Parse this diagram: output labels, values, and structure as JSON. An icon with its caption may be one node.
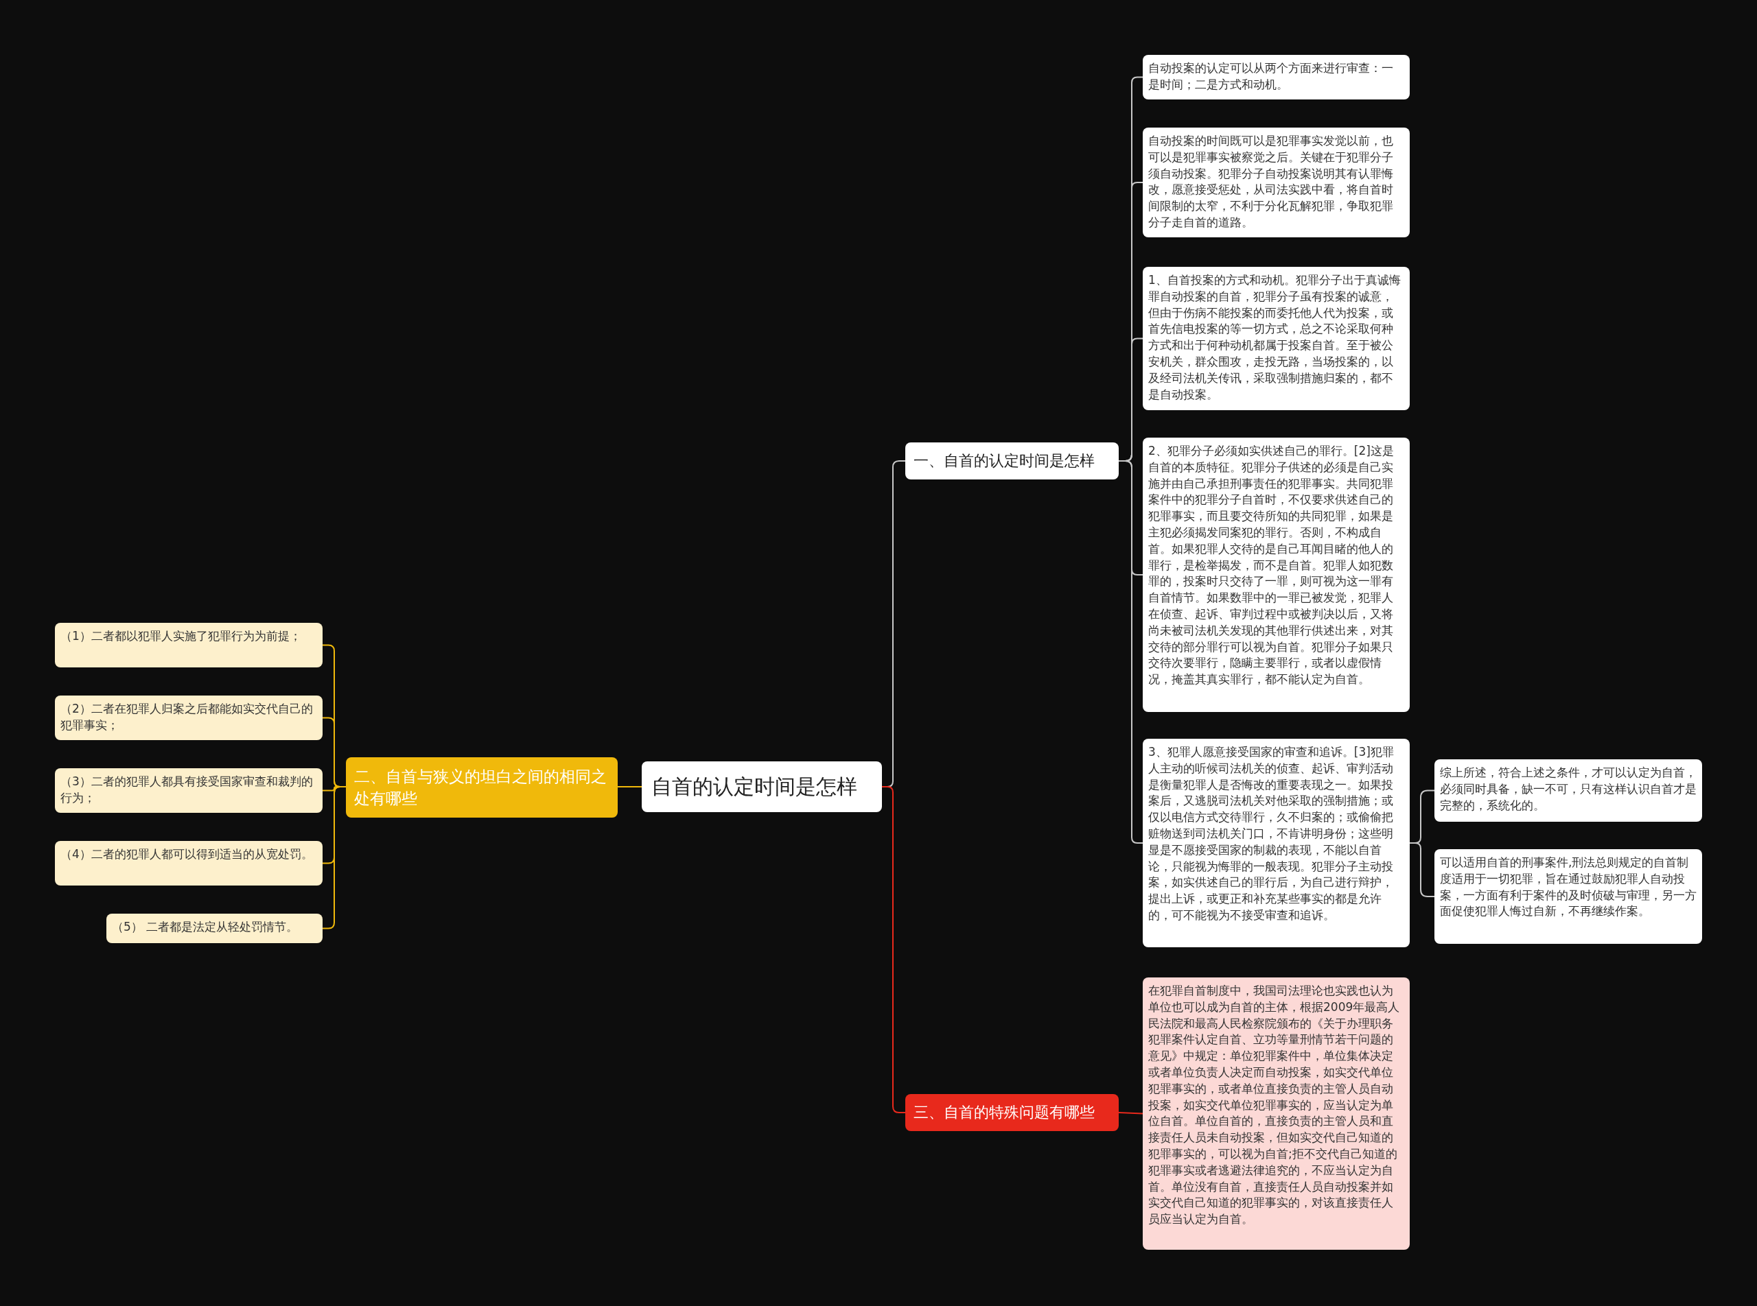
{
  "diagram": {
    "nodes": [
      {
        "text": [
          "自首的认定时间是怎样"
        ]
      },
      {
        "text": [
          "一、自首的认定时间是怎样"
        ]
      },
      {
        "text": [
          "自动投案的认定可以从两个方面来进行审查：一是时间；二是方式和动机。"
        ]
      },
      {
        "text": [
          "自动投案的时间既可以是犯罪事实发觉以前，也可以是犯罪事实被察觉之后。关键在于犯罪分子须自动投案。犯罪分子自动投案说明其有认罪悔改，愿意接受惩处，从司法实践中看，将自首时间限制的太窄，不利于分化瓦解犯罪，争取犯罪分子走自首的道路。"
        ]
      },
      {
        "text": [
          "1、自首投案的方式和动机。犯罪分子出于真诚悔罪自动投案的自首，犯罪分子虽有投案的诚意，但由于伤病不能投案的而委托他人代为投案，或首先信电投案的等一切方式，总之不论采取何种方式和出于何种动机都属于投案自首。至于被公安机关，群众围攻，走投无路，当场投案的，以及经司法机关传讯，采取强制措施归案的，都不是自动投案。"
        ]
      },
      {
        "text": [
          "2、犯罪分子必须如实供述自己的罪行。[2]这是自首的本质特征。犯罪分子供述的必须是自己实施并由自己承担刑事责任的犯罪事实。共同犯罪案件中的犯罪分子自首时，不仅要求供述自己的犯罪事实，而且要交待所知的共同犯罪，如果是主犯必须揭发同案犯的罪行。否则，不构成自首。如果犯罪人交待的是自己耳闻目睹的他人的罪行，是检举揭发，而不是自首。犯罪人如犯数罪的，投案时只交待了一罪，则可视为这一罪有自首情节。如果数罪中的一罪已被发觉，犯罪人在侦查、起诉、审判过程中或被判决以后，又将尚未被司法机关发现的其他罪行供述出来，对其交待的部分罪行可以视为自首。犯罪分子如果只交待次要罪行，隐瞒主要罪行，或者以虚假情况，掩盖其真实罪行，都不能认定为自首。"
        ]
      },
      {
        "text": [
          "3、犯罪人愿意接受国家的审查和追诉。[3]犯罪人主动的听候司法机关的侦查、起诉、审判活动是衡量犯罪人是否悔改的重要表现之一。如果投案后，又逃脱司法机关对他采取的强制措施；或仅以电信方式交待罪行，久不归案的；或偷偷把赃物送到司法机关门口，不肯讲明身份；这些明显是不愿接受国家的制裁的表现，不能以自首论，只能视为悔罪的一般表现。犯罪分子主动投案，如实供述自己的罪行后，为自己进行辩护，提出上诉，或更正和补充某些事实的都是允许的，可不能视为不接受审查和追诉。"
        ]
      },
      {
        "text": [
          "综上所述，符合上述之条件，才可以认定为自首，必须同时具备，缺一不可，只有这样认识自首才是完整的，系统化的。"
        ]
      },
      {
        "text": [
          "可以适用自首的刑事案件,刑法总则规定的自首制度适用于一切犯罪，旨在通过鼓励犯罪人自动投案，一方面有利于案件的及时侦破与审理，另一方面促使犯罪人悔过自新，不再继续作案。"
        ]
      },
      {
        "text": [
          "三、自首的特殊问题有哪些"
        ]
      },
      {
        "text": [
          "在犯罪自首制度中，我国司法理论也实践也认为单位也可以成为自首的主体，根据2009年最高人民法院和最高人民检察院颁布的《关于办理职务犯罪案件认定自首、立功等量刑情节若干问题的意见》中规定：单位犯罪案件中，单位集体决定或者单位负责人决定而自动投案，如实交代单位犯罪事实的，或者单位直接负责的主管人员自动投案，如实交代单位犯罪事实的，应当认定为单位自首。单位自首的，直接负责的主管人员和直接责任人员未自动投案，但如实交代自己知道的犯罪事实的，可以视为自首;拒不交代自己知道的犯罪事实或者逃避法律追究的，不应当认定为自首。单位没有自首，直接责任人员自动投案并如实交代自己知道的犯罪事实的，对该直接责任人员应当认定为自首。"
        ]
      },
      {
        "text": [
          "二、自首与狭义的坦白之间的相同之处有哪些"
        ]
      },
      {
        "text": [
          "（1）二者都以犯罪人实施了犯罪行为为前提；"
        ]
      },
      {
        "text": [
          "（2）二者在犯罪人归案之后都能如实交代自己的犯罪事实；"
        ]
      },
      {
        "text": [
          "（3）二者的犯罪人都具有接受国家审查和裁判的行为；"
        ]
      },
      {
        "text": [
          "（4）二者的犯罪人都可以得到适当的从宽处罚。"
        ]
      },
      {
        "text": [
          "（5） 二者都是法定从轻处罚情节。"
        ]
      }
    ],
    "edges": [
      {
        "from": 0,
        "to": 1,
        "arrow": "none"
      },
      {
        "from": 1,
        "to": 2,
        "arrow": "none"
      },
      {
        "from": 1,
        "to": 3,
        "arrow": "none"
      },
      {
        "from": 1,
        "to": 4,
        "arrow": "none"
      },
      {
        "from": 1,
        "to": 5,
        "arrow": "none"
      },
      {
        "from": 1,
        "to": 6,
        "arrow": "none"
      },
      {
        "from": 6,
        "to": 7,
        "arrow": "none"
      },
      {
        "from": 6,
        "to": 8,
        "arrow": "none"
      },
      {
        "from": 0,
        "to": 9,
        "arrow": "none",
        "color": "#e8291c"
      },
      {
        "from": 9,
        "to": 10,
        "arrow": "none",
        "color": "#e8291c"
      },
      {
        "from": 0,
        "to": 11,
        "arrow": "none",
        "color": "#f0b90b"
      },
      {
        "from": 11,
        "to": 12,
        "arrow": "none",
        "color": "#f0b90b"
      },
      {
        "from": 11,
        "to": 13,
        "arrow": "none",
        "color": "#f0b90b"
      },
      {
        "from": 11,
        "to": 14,
        "arrow": "none",
        "color": "#f0b90b"
      },
      {
        "from": 11,
        "to": 15,
        "arrow": "none",
        "color": "#f0b90b"
      },
      {
        "from": 11,
        "to": 16,
        "arrow": "none",
        "color": "#f0b90b"
      }
    ]
  }
}
